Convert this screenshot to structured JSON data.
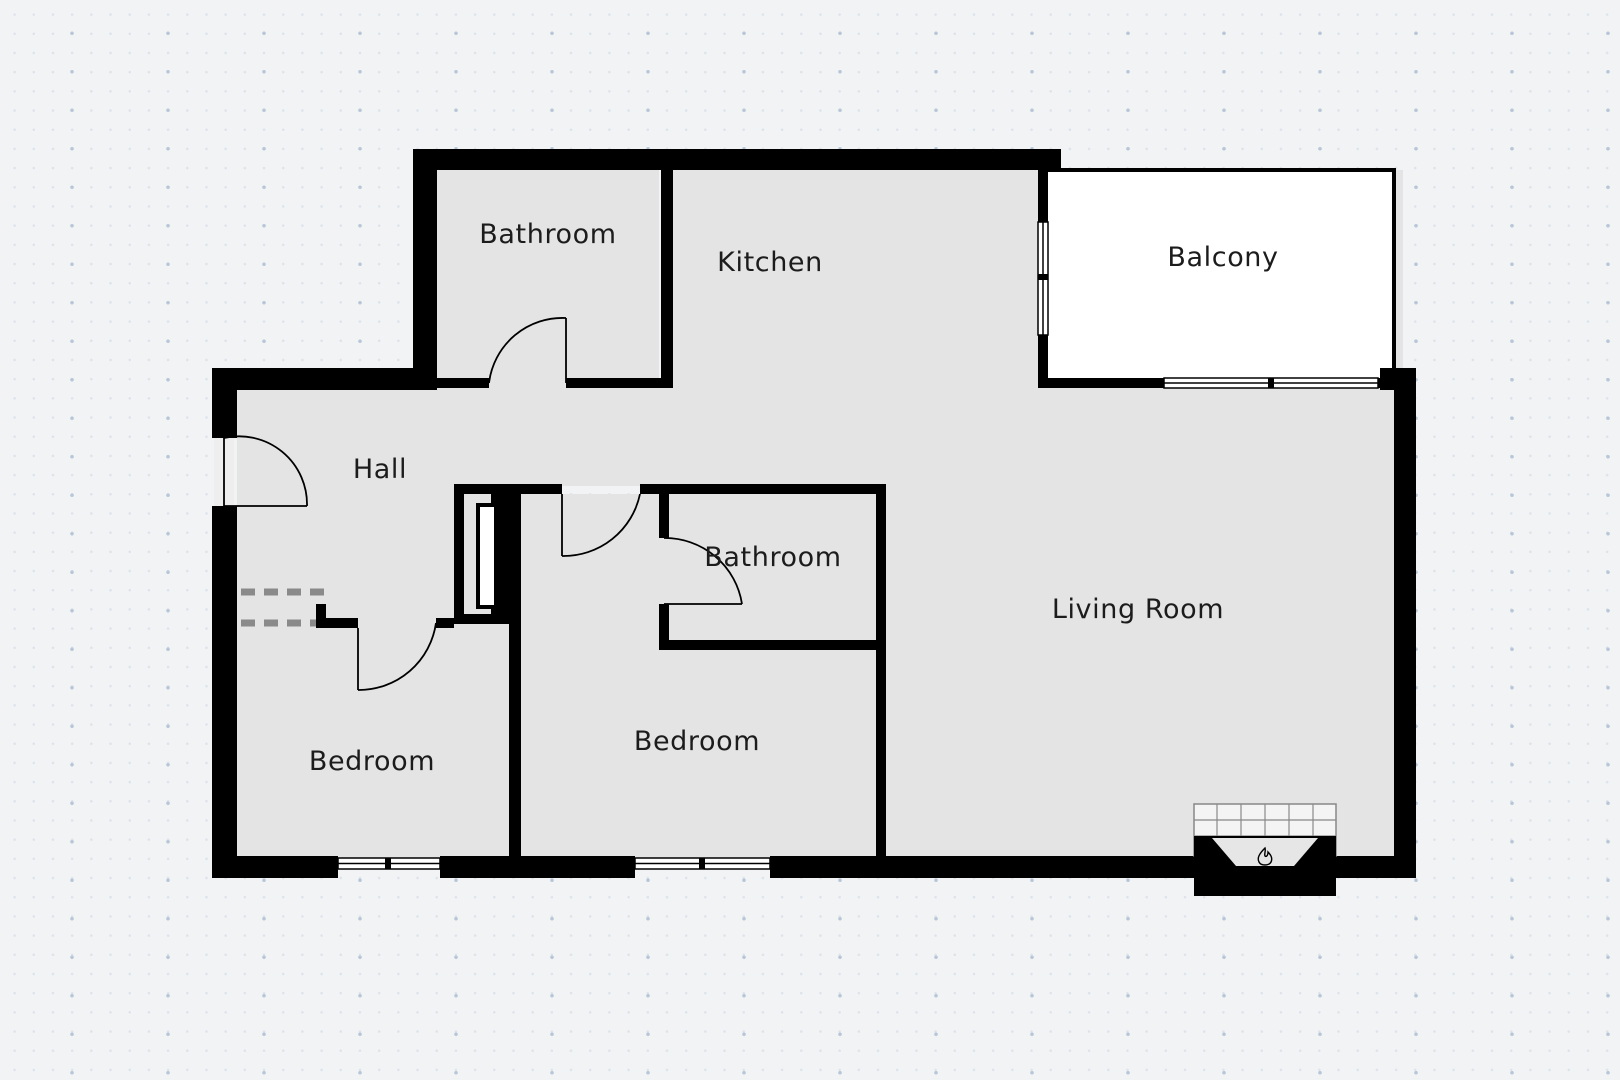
{
  "floorplan": {
    "rooms": [
      {
        "id": "bathroom-top",
        "label": "Bathroom"
      },
      {
        "id": "kitchen",
        "label": "Kitchen"
      },
      {
        "id": "balcony",
        "label": "Balcony"
      },
      {
        "id": "hall",
        "label": "Hall"
      },
      {
        "id": "bathroom-middle",
        "label": "Bathroom"
      },
      {
        "id": "living-room",
        "label": "Living Room"
      },
      {
        "id": "bedroom-left",
        "label": "Bedroom"
      },
      {
        "id": "bedroom-center",
        "label": "Bedroom"
      }
    ],
    "colors": {
      "wall": "#000000",
      "floor": "#e4e4e4",
      "balcony": "#ffffff",
      "background": "#f1f3f5",
      "dot": "#b8c7d8"
    },
    "icons": [
      "fireplace-icon",
      "flame-icon"
    ]
  }
}
